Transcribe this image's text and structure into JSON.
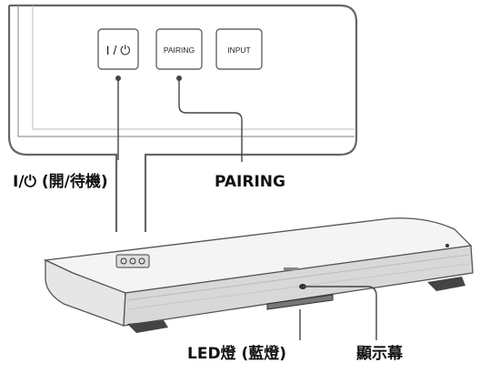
{
  "buttons": {
    "power": "I / ⏻",
    "pairing": "PAIRING",
    "input": "INPUT"
  },
  "callouts": {
    "power": "I/⏻ (開/待機)",
    "pairing": "PAIRING",
    "led": "LED燈 (藍燈)",
    "display": "顯示幕"
  }
}
